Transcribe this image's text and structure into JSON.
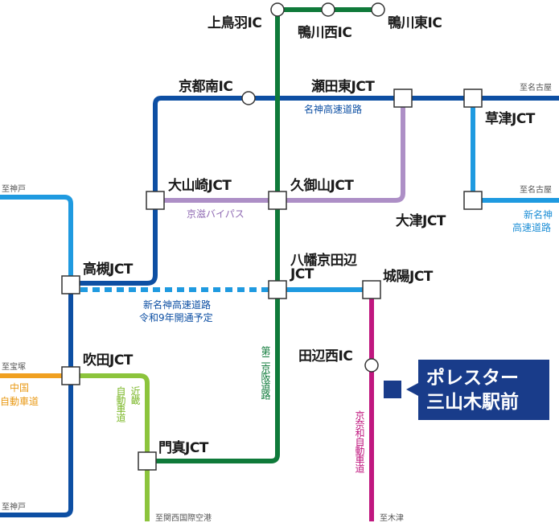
{
  "nodes": {
    "kamitoba": "上鳥羽IC",
    "kamogawa_nishi": "鴨川西IC",
    "kamogawa_higashi": "鴨川東IC",
    "kyoto_minami": "京都南IC",
    "setahigashi": "瀬田東JCT",
    "kusatsu": "草津JCT",
    "oyamazaki": "大山崎JCT",
    "kumiyama": "久御山JCT",
    "otsu": "大津JCT",
    "takatsuki": "高槻JCT",
    "yawata_line1": "八幡京田辺",
    "yawata_line2": "JCT",
    "joyo": "城陽JCT",
    "tanabe_nishi": "田辺西IC",
    "suita": "吹田JCT",
    "kadoma": "門真JCT"
  },
  "directions": {
    "nagoya_top": "至名古屋",
    "nagoya_mid": "至名古屋",
    "kobe_top": "至神戸",
    "kobe_bottom": "至神戸",
    "takarazuka": "至宝塚",
    "kix": "至関西国際空港",
    "kizu": "至木津"
  },
  "roads": {
    "meishin": "名神高速道路",
    "keiji_bypass": "京滋バイパス",
    "shin_meishin_right_1": "新名神",
    "shin_meishin_right_2": "高速道路",
    "shin_meishin_plan_1": "新名神高速道路",
    "shin_meishin_plan_2": "令和9年開通予定",
    "daini_keihan": "第二京阪道路",
    "chugoku": "中国",
    "chugoku_2": "自動車道",
    "kinki": "近畿",
    "kinki_2": "自動車道",
    "keinawa": "京奈和自動車道"
  },
  "promo": {
    "line1": "ポレスター",
    "line2": "三山木駅前"
  },
  "colors": {
    "meishin_blue": "#0d4fa3",
    "daini_keihan_green": "#0f7a3a",
    "keiji_purple": "#ad8fc6",
    "shin_meishin_cyan": "#1f9ae0",
    "chugoku_orange": "#f0a020",
    "kinki_lime": "#8cc43c",
    "keinawa_magenta": "#c0177f",
    "promo_navy": "#193c8a"
  }
}
